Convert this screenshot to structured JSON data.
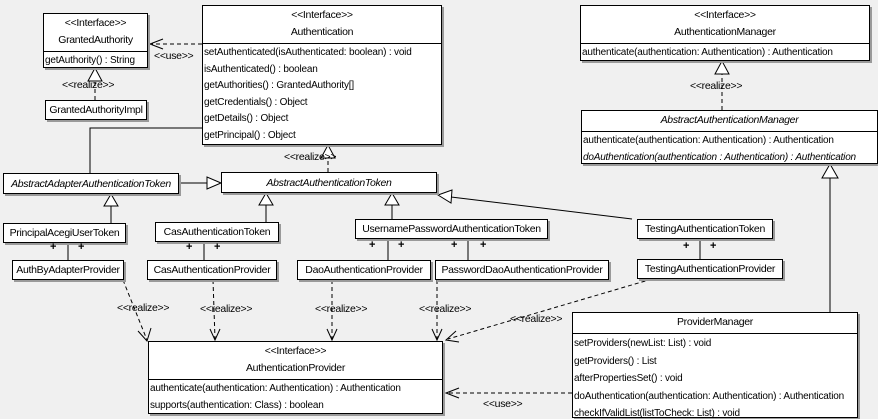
{
  "diagram": {
    "background": "#f0f0f0",
    "box_fill": "#ffffff",
    "line_color": "#000000",
    "shadow_color": "#9a9a9a"
  },
  "symbols": {
    "plus": "+"
  },
  "labels": {
    "use_granted_authority": "<<use>>",
    "realize_granted_authority": "<<realize>>",
    "realize_authentication": "<<realize>>",
    "realize_authentication_manager": "<<realize>>",
    "realize_provider_1": "<<realize>>",
    "realize_provider_2": "<<realize>>",
    "realize_provider_3": "<<realize>>",
    "realize_provider_4": "<<realize>>",
    "realize_provider_5": "<<realize>>",
    "use_provider_manager": "<<use>>"
  },
  "boxes": {
    "granted_authority": {
      "stereotype": "<<Interface>>",
      "name": "GrantedAuthority",
      "members": [
        "getAuthority() : String"
      ]
    },
    "granted_authority_impl": {
      "name": "GrantedAuthorityImpl"
    },
    "authentication": {
      "stereotype": "<<Interface>>",
      "name": "Authentication",
      "members": [
        "setAuthenticated(isAuthenticated: boolean) : void",
        "isAuthenticated() : boolean",
        "getAuthorities() : GrantedAuthority[]",
        "getCredentials() : Object",
        "getDetails() : Object",
        "getPrincipal() : Object"
      ]
    },
    "authentication_manager": {
      "stereotype": "<<Interface>>",
      "name": "AuthenticationManager",
      "members": [
        "authenticate(authentication: Authentication) : Authentication"
      ]
    },
    "abstract_authentication_manager": {
      "name": "AbstractAuthenticationManager",
      "members": [
        "authenticate(authentication: Authentication) : Authentication",
        "doAuthentication(authentication : Authentication) : Authentication"
      ]
    },
    "abstract_adapter_authentication_token": {
      "name": "AbstractAdapterAuthenticationToken"
    },
    "abstract_authentication_token": {
      "name": "AbstractAuthenticationToken"
    },
    "principal_acegi_user_token": {
      "name": "PrincipalAcegiUserToken"
    },
    "cas_authentication_token": {
      "name": "CasAuthenticationToken"
    },
    "username_password_authentication_token": {
      "name": "UsernamePasswordAuthenticationToken"
    },
    "testing_authentication_token": {
      "name": "TestingAuthenticationToken"
    },
    "auth_by_adapter_provider": {
      "name": "AuthByAdapterProvider"
    },
    "cas_authentication_provider": {
      "name": "CasAuthenticationProvider"
    },
    "dao_authentication_provider": {
      "name": "DaoAuthenticationProvider"
    },
    "password_dao_authentication_provider": {
      "name": "PasswordDaoAuthenticationProvider"
    },
    "testing_authentication_provider": {
      "name": "TestingAuthenticationProvider"
    },
    "authentication_provider": {
      "stereotype": "<<Interface>>",
      "name": "AuthenticationProvider",
      "members": [
        "authenticate(authentication: Authentication) : Authentication",
        "supports(authentication: Class) : boolean"
      ]
    },
    "provider_manager": {
      "name": "ProviderManager",
      "members": [
        "setProviders(newList: List) : void",
        "getProviders() : List",
        "afterPropertiesSet() : void",
        "doAuthentication(authentication: Authentication) : Authentication",
        "checkIfValidList(listToCheck: List) : void"
      ]
    }
  }
}
